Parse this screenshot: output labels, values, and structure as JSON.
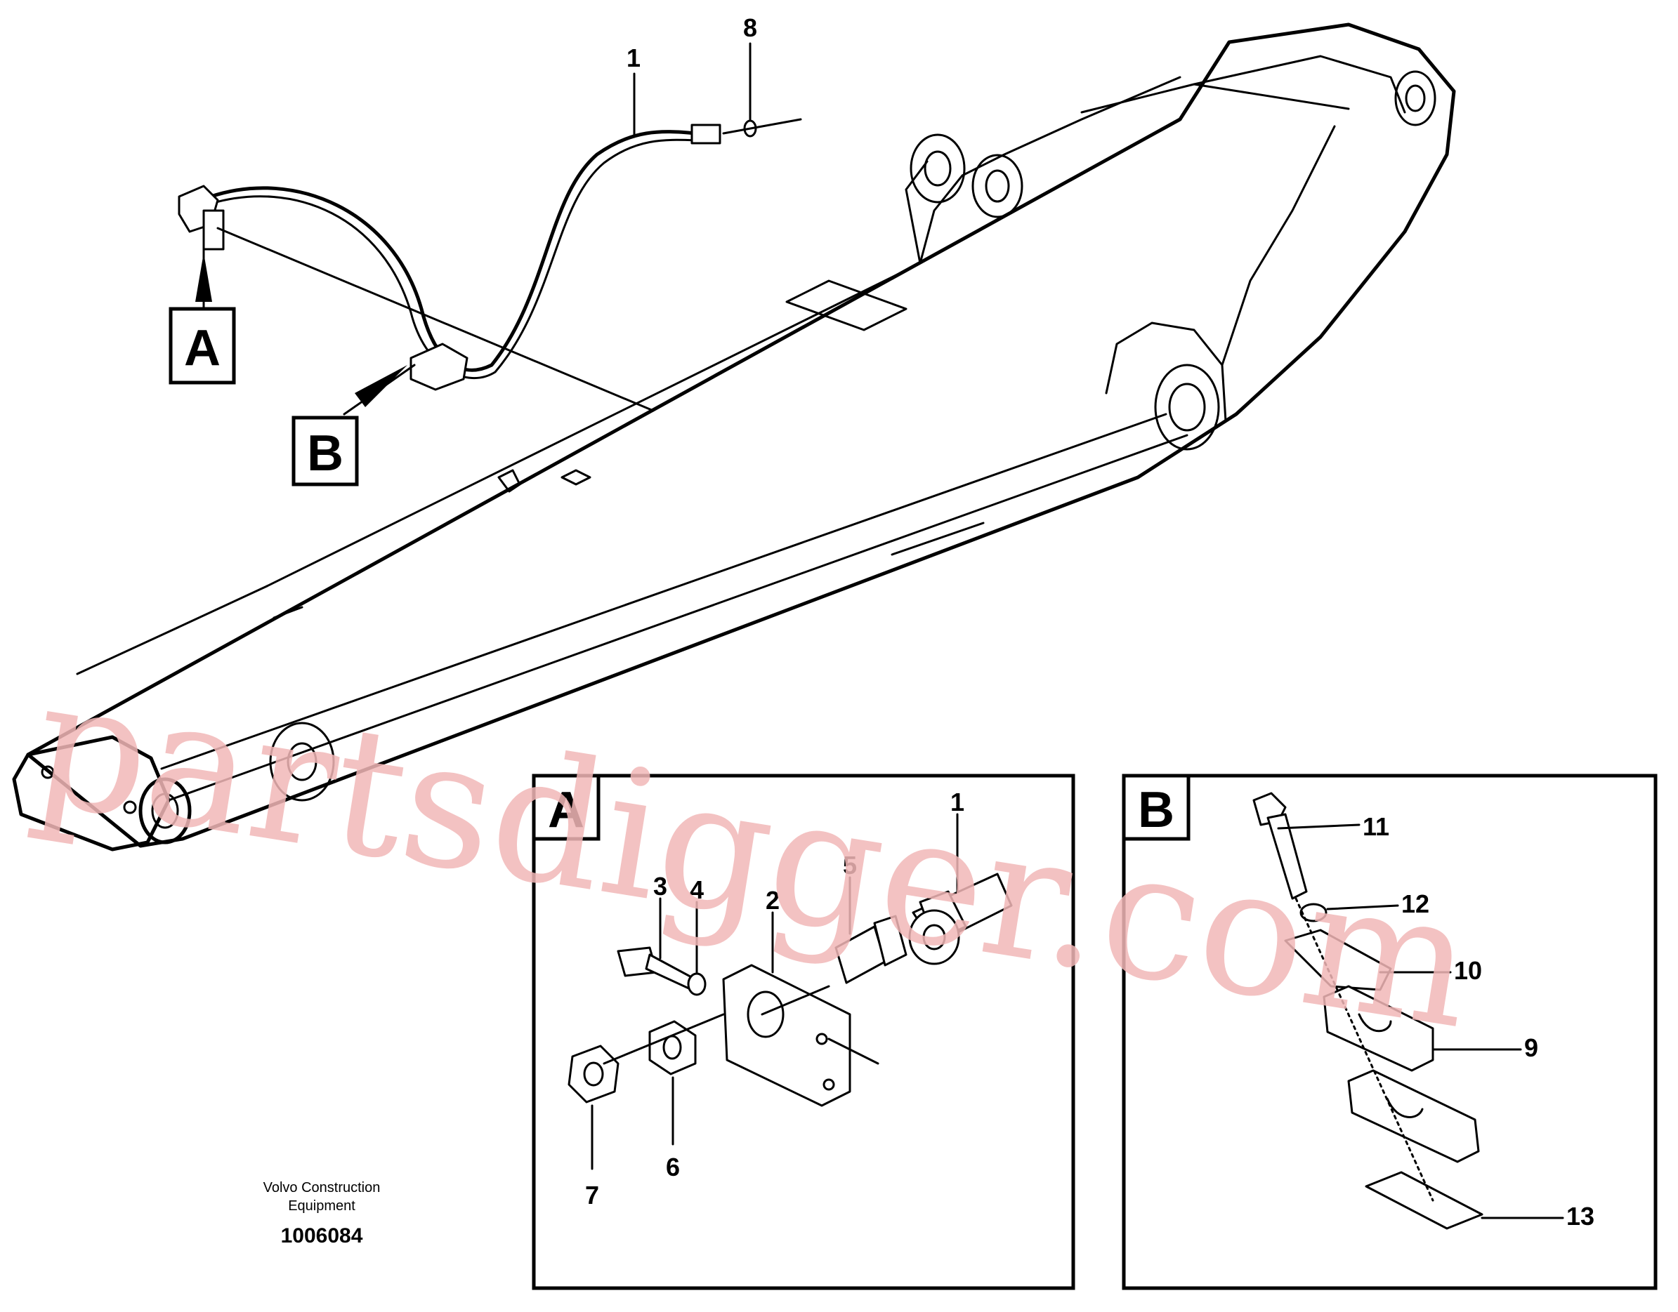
{
  "callouts": {
    "c1_top": "1",
    "c8": "8",
    "c1_detail": "1",
    "c2": "2",
    "c3": "3",
    "c4": "4",
    "c5": "5",
    "c6": "6",
    "c7": "7",
    "c9": "9",
    "c10": "10",
    "c11": "11",
    "c12": "12",
    "c13": "13"
  },
  "views": {
    "a_tag": "A",
    "b_tag": "B",
    "a_panel_tag": "A",
    "b_panel_tag": "B"
  },
  "footer": {
    "company_line1": "Volvo Construction",
    "company_line2": "Equipment",
    "drawing_number": "1006084"
  },
  "watermark": "partsdigger.com"
}
